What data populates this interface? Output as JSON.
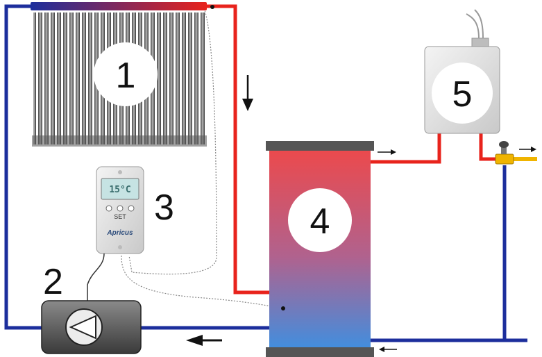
{
  "components": {
    "collector": {
      "label": "1"
    },
    "pump": {
      "label": "2"
    },
    "controller": {
      "label": "3",
      "display": "15°C",
      "set_label": "SET",
      "brand": "Apricus"
    },
    "tank": {
      "label": "4"
    },
    "heater": {
      "label": "5"
    }
  },
  "colors": {
    "hot_pipe": "#e8231c",
    "cold_pipe": "#1c2e9c",
    "outlet_pipe": "#f0b400",
    "sensor_wire": "#888888"
  },
  "icons": {
    "flow_arrows": "arrow-icon",
    "pump_symbol": "triangle-play-icon",
    "valve": "valve-icon"
  }
}
